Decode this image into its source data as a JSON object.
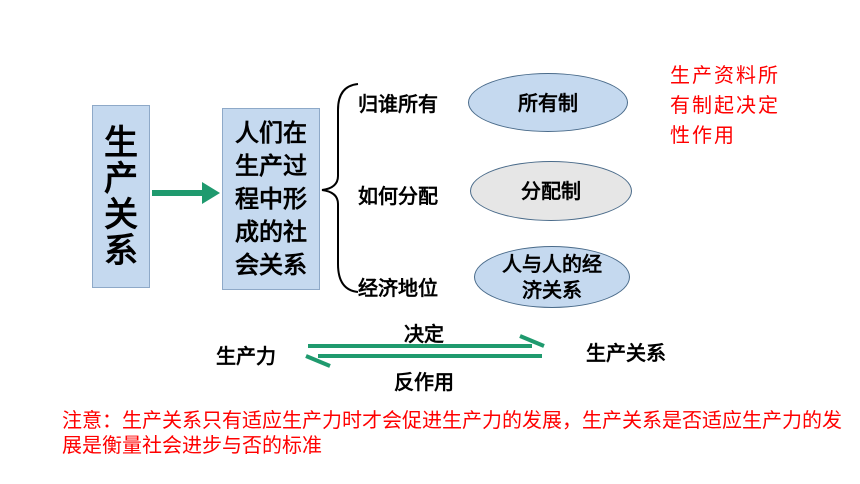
{
  "main_box": {
    "text": "生产关系"
  },
  "definition_box": {
    "text": "人们在生产过程中形成的社会关系"
  },
  "branches": [
    {
      "label": "归谁所有",
      "ellipse": "所有制"
    },
    {
      "label": "如何分配",
      "ellipse": "分配制"
    },
    {
      "label": "经济地位",
      "ellipse": "人与人的经济关系"
    }
  ],
  "side_note": "生产资料所有制起决定性作用",
  "relation": {
    "left": "生产力",
    "right": "生产关系",
    "top_arrow": "决定",
    "bottom_arrow": "反作用"
  },
  "bottom_note": "注意：生产关系只有适应生产力时才会促进生产力的发展，生产关系是否适应生产力的发展是衡量社会进步与否的标准",
  "colors": {
    "box_fill": "#c5d9ef",
    "arrow": "#1f9a6e",
    "note_red": "#ff0000",
    "ellipse_gray": "#e6e6e6"
  }
}
